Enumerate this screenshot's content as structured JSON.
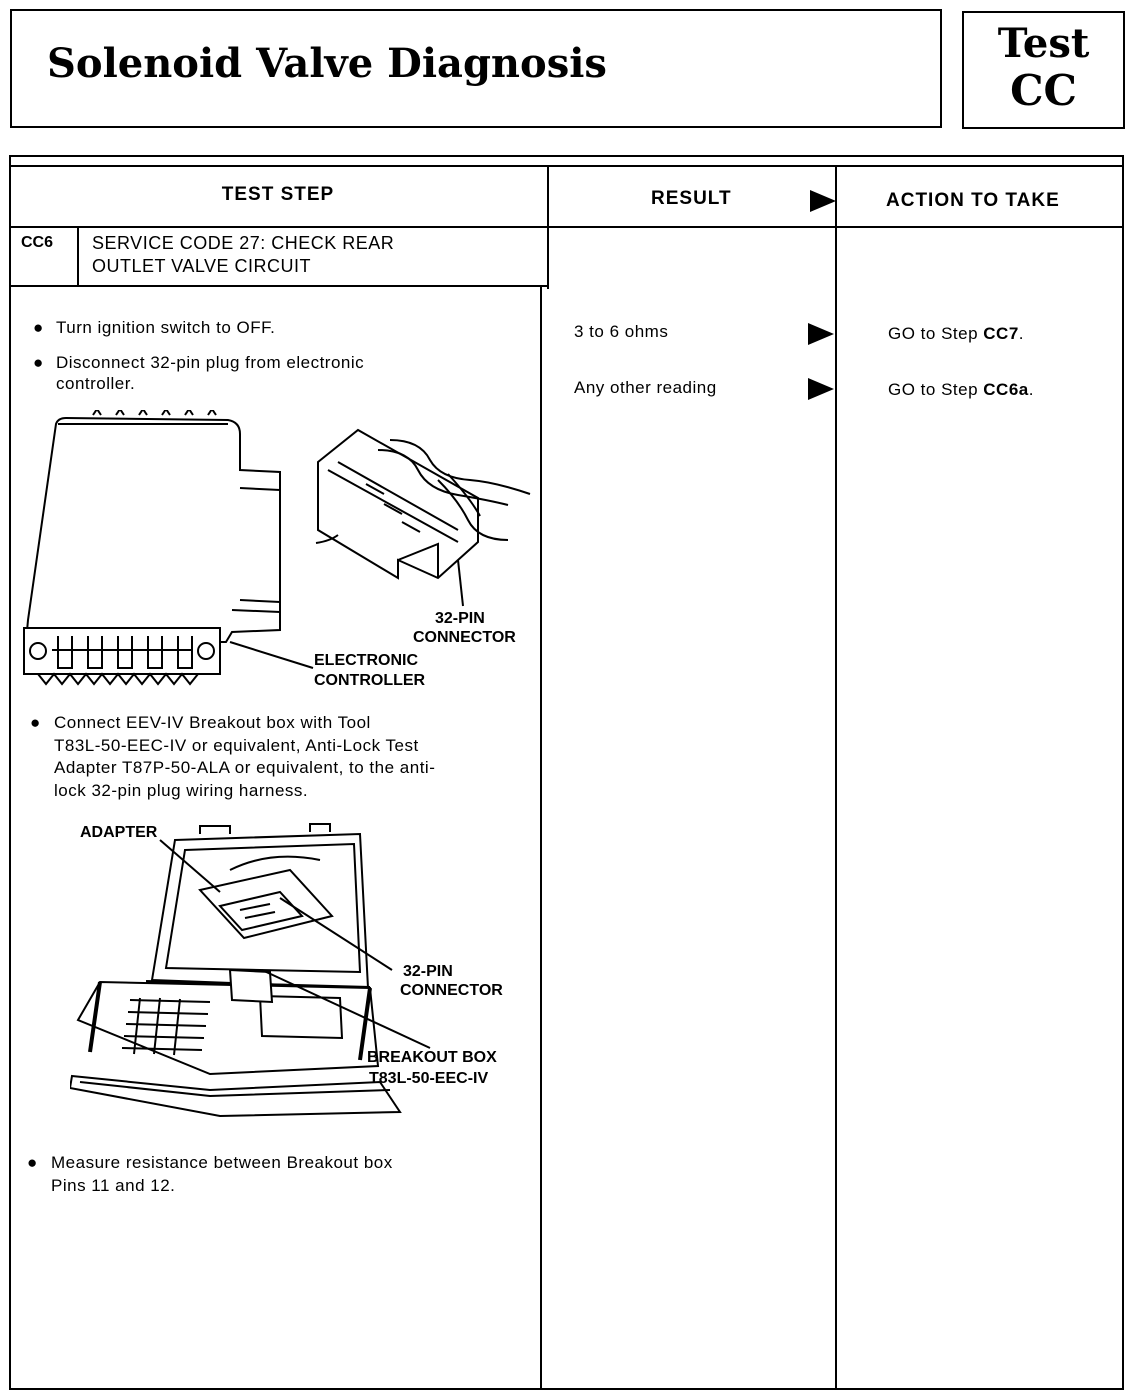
{
  "header": {
    "title": "Solenoid Valve Diagnosis",
    "test_line1": "Test",
    "test_line2": "CC"
  },
  "columns": {
    "test_step": "TEST STEP",
    "result": "RESULT",
    "action": "ACTION TO TAKE"
  },
  "step": {
    "code": "CC6",
    "title_line1": "SERVICE CODE 27: CHECK REAR",
    "title_line2": "OUTLET VALVE CIRCUIT"
  },
  "instructions": {
    "i1": "Turn ignition switch to OFF.",
    "i2_line1": "Disconnect 32-pin plug from electronic",
    "i2_line2": "controller.",
    "i3_line1": "Connect EEV-IV Breakout box with Tool",
    "i3_line2": "T83L-50-EEC-IV or equivalent, Anti-Lock Test",
    "i3_line3": "Adapter T87P-50-ALA or equivalent, to the anti-",
    "i3_line4": "lock 32-pin plug wiring harness.",
    "i4_line1": "Measure resistance between Breakout box",
    "i4_line2": "Pins 11 and 12."
  },
  "figure1": {
    "connector_line1": "32-PIN",
    "connector_line2": "CONNECTOR",
    "controller_line1": "ELECTRONIC",
    "controller_line2": "CONTROLLER"
  },
  "figure2": {
    "adapter": "ADAPTER",
    "connector_line1": "32-PIN",
    "connector_line2": "CONNECTOR",
    "breakout_line1": "BREAKOUT BOX",
    "breakout_line2": "T83L-50-EEC-IV"
  },
  "results": [
    {
      "result": "3 to 6 ohms",
      "action_prefix": "GO to Step ",
      "action_step": "CC7",
      "action_suffix": "."
    },
    {
      "result": "Any other reading",
      "action_prefix": "GO to Step ",
      "action_step": "CC6a",
      "action_suffix": "."
    }
  ]
}
